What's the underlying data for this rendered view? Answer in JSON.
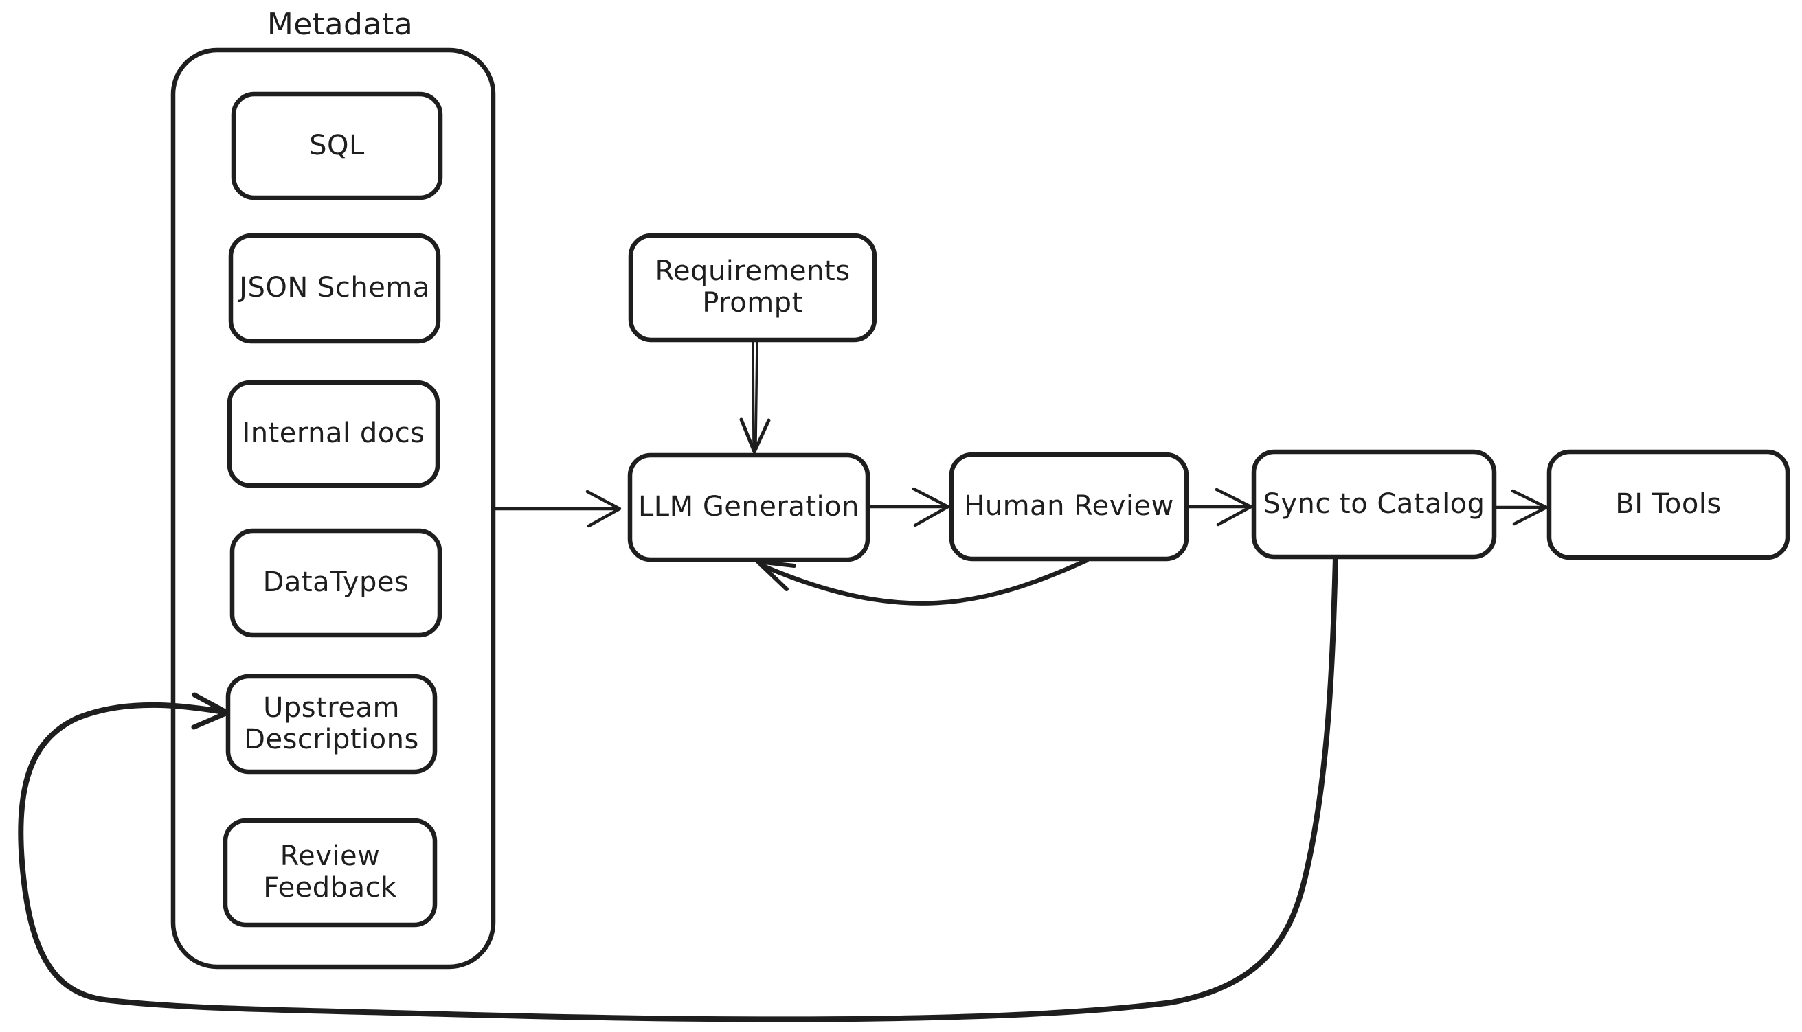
{
  "diagram": {
    "type": "flowchart",
    "background_color": "#ffffff",
    "stroke_color": "#1e1e1e",
    "group": {
      "title": "Metadata",
      "items": [
        {
          "label": "SQL"
        },
        {
          "label": "JSON Schema"
        },
        {
          "label": "Internal docs"
        },
        {
          "label": "DataTypes"
        },
        {
          "label": "Upstream\nDescriptions"
        },
        {
          "label": "Review\nFeedback"
        }
      ]
    },
    "nodes": [
      {
        "label": "Requirements\nPrompt"
      },
      {
        "label": "LLM Generation"
      },
      {
        "label": "Human Review"
      },
      {
        "label": "Sync to Catalog"
      },
      {
        "label": "BI Tools"
      }
    ],
    "edges": [
      {
        "from": "Metadata",
        "to": "LLM Generation"
      },
      {
        "from": "Requirements Prompt",
        "to": "LLM Generation"
      },
      {
        "from": "LLM Generation",
        "to": "Human Review"
      },
      {
        "from": "Human Review",
        "to": "Sync to Catalog"
      },
      {
        "from": "Sync to Catalog",
        "to": "BI Tools"
      },
      {
        "from": "Human Review",
        "to": "LLM Generation",
        "style": "feedback-curve"
      },
      {
        "from": "Sync to Catalog",
        "to": "Upstream Descriptions",
        "style": "long-loop"
      }
    ]
  }
}
